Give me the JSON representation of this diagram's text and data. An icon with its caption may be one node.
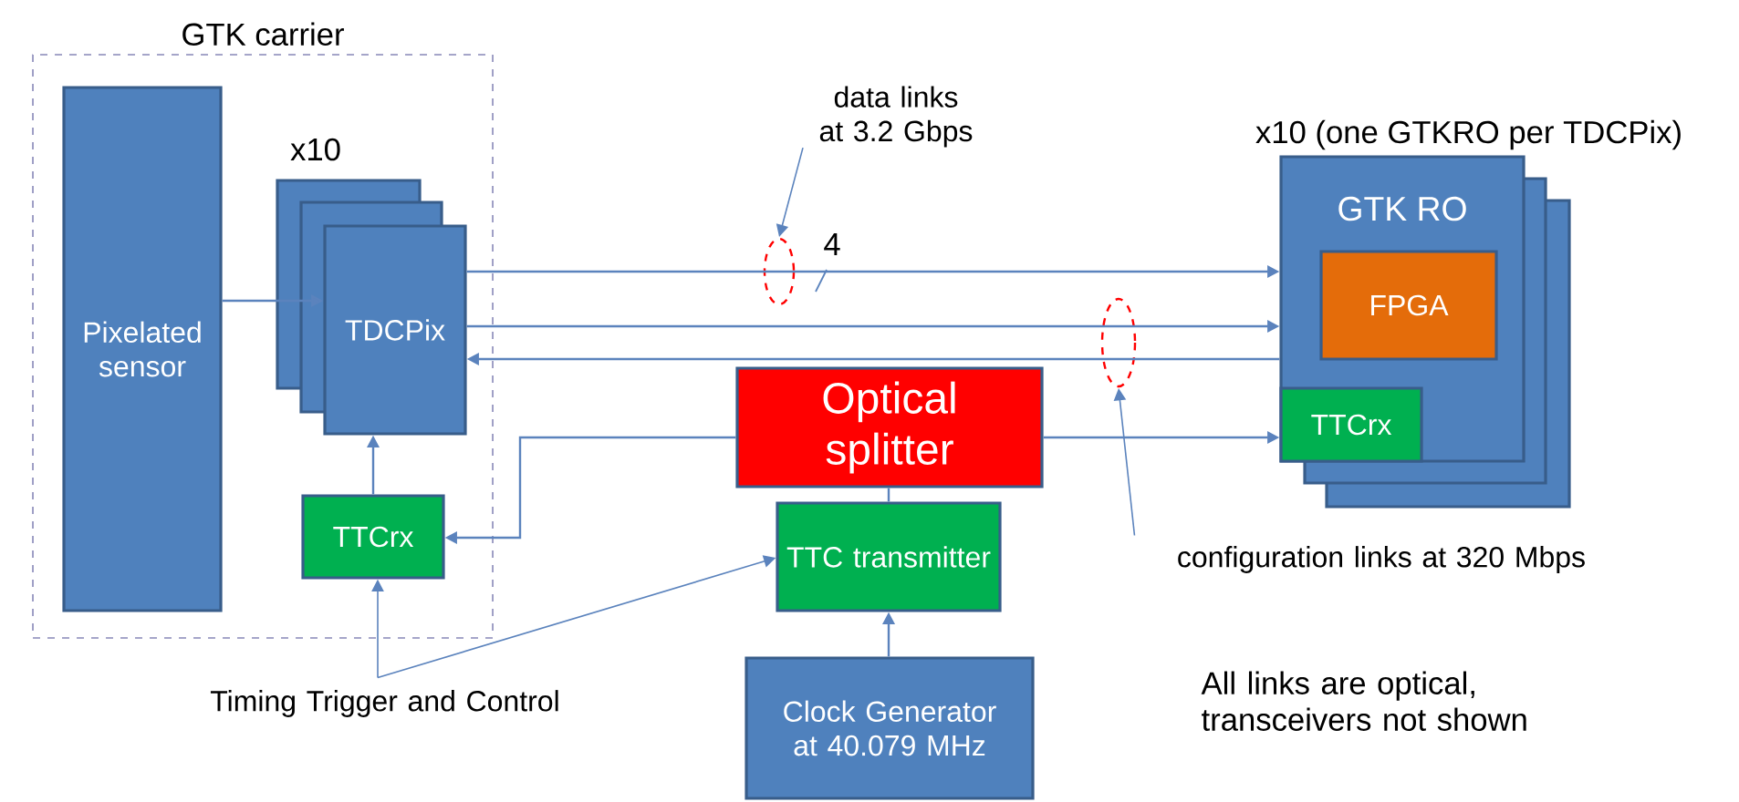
{
  "diagram": {
    "nodes": [
      {
        "text": [
          "GTK carrier"
        ]
      },
      {
        "text": [
          "Pixelated sensor"
        ],
        "in": 0
      },
      {
        "text": [
          "TDCPix"
        ],
        "in": 0,
        "beside": [
          "x10"
        ]
      },
      {
        "text": [
          "TTCrx"
        ],
        "in": 0
      },
      {
        "text": [
          "GTK RO"
        ],
        "beside": [
          "x10 (one GTKRO per TDCPix)"
        ]
      },
      {
        "text": [
          "FPGA"
        ],
        "in": 4
      },
      {
        "text": [
          "TTCrx"
        ],
        "in": 4
      },
      {
        "text": [
          "Optical splitter"
        ]
      },
      {
        "text": [
          "TTC transmitter"
        ]
      },
      {
        "text": [
          "Clock Generator at 40.079 MHz"
        ]
      },
      {
        "text": [
          "Timing Trigger and Control"
        ]
      },
      {
        "text": [
          "data links at 3.2 Gbps"
        ]
      },
      {
        "text": [
          "configuration links at 320 Mbps"
        ]
      }
    ],
    "edges": [
      {
        "from": 1,
        "to": 2,
        "arrow": "to"
      },
      {
        "from": 2,
        "to": 4,
        "arrow": "to",
        "label": "4"
      },
      {
        "from": 2,
        "to": 4,
        "arrow": "to"
      },
      {
        "from": 4,
        "to": 2,
        "arrow": "to"
      },
      {
        "from": 3,
        "to": 2,
        "arrow": "to"
      },
      {
        "from": 7,
        "to": 3,
        "arrow": "to"
      },
      {
        "from": 7,
        "to": 6,
        "arrow": "to"
      },
      {
        "from": 8,
        "to": 7,
        "arrow": "none"
      },
      {
        "from": 9,
        "to": 8,
        "arrow": "to"
      },
      {
        "from": 10,
        "to": 3,
        "arrow": "to"
      },
      {
        "from": 10,
        "to": 8,
        "arrow": "to"
      },
      {
        "from": 11,
        "to": null,
        "arrow": "to"
      },
      {
        "from": 12,
        "to": null,
        "arrow": "to"
      }
    ],
    "labels": [
      "All links are optical, transceivers not shown"
    ]
  }
}
